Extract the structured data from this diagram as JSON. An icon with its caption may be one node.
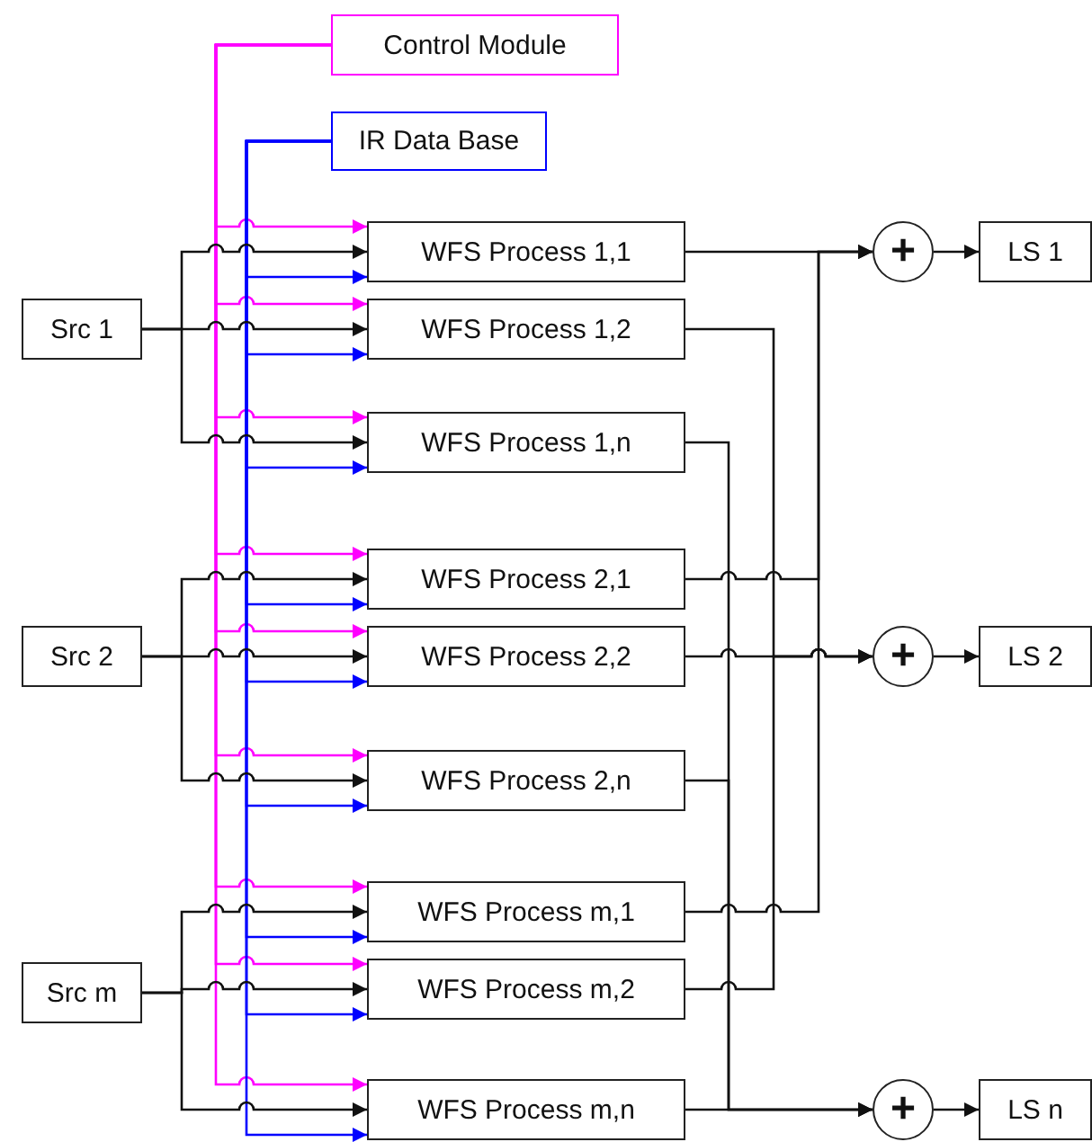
{
  "diagram": {
    "nodes": [
      {
        "text": [
          "Control Module"
        ]
      },
      {
        "text": [
          "IR Data Base"
        ]
      },
      {
        "text": [
          "Src 1"
        ]
      },
      {
        "text": [
          "Src 2"
        ]
      },
      {
        "text": [
          "Src m"
        ]
      },
      {
        "text": [
          "WFS Process 1,1"
        ]
      },
      {
        "text": [
          "WFS Process 1,2"
        ]
      },
      {
        "text": [
          "WFS Process 1,n"
        ]
      },
      {
        "text": [
          "WFS Process 2,1"
        ]
      },
      {
        "text": [
          "WFS Process 2,2"
        ]
      },
      {
        "text": [
          "WFS Process 2,n"
        ]
      },
      {
        "text": [
          "WFS Process m,1"
        ]
      },
      {
        "text": [
          "WFS Process m,2"
        ]
      },
      {
        "text": [
          "WFS Process m,n"
        ]
      },
      {
        "text": [
          "+"
        ]
      },
      {
        "text": [
          "LS 1"
        ]
      },
      {
        "text": [
          "+"
        ]
      },
      {
        "text": [
          "LS 2"
        ]
      },
      {
        "text": [
          "+"
        ]
      },
      {
        "text": [
          "LS n"
        ]
      }
    ],
    "edges": [
      {
        "from": 0,
        "to": 5,
        "arrow": "to",
        "color": "#ff00ff"
      },
      {
        "from": 0,
        "to": 6,
        "arrow": "to",
        "color": "#ff00ff"
      },
      {
        "from": 0,
        "to": 7,
        "arrow": "to",
        "color": "#ff00ff"
      },
      {
        "from": 0,
        "to": 8,
        "arrow": "to",
        "color": "#ff00ff"
      },
      {
        "from": 0,
        "to": 9,
        "arrow": "to",
        "color": "#ff00ff"
      },
      {
        "from": 0,
        "to": 10,
        "arrow": "to",
        "color": "#ff00ff"
      },
      {
        "from": 0,
        "to": 11,
        "arrow": "to",
        "color": "#ff00ff"
      },
      {
        "from": 0,
        "to": 12,
        "arrow": "to",
        "color": "#ff00ff"
      },
      {
        "from": 0,
        "to": 13,
        "arrow": "to",
        "color": "#ff00ff"
      },
      {
        "from": 1,
        "to": 5,
        "arrow": "to",
        "color": "#0000ff"
      },
      {
        "from": 1,
        "to": 6,
        "arrow": "to",
        "color": "#0000ff"
      },
      {
        "from": 1,
        "to": 7,
        "arrow": "to",
        "color": "#0000ff"
      },
      {
        "from": 1,
        "to": 8,
        "arrow": "to",
        "color": "#0000ff"
      },
      {
        "from": 1,
        "to": 9,
        "arrow": "to",
        "color": "#0000ff"
      },
      {
        "from": 1,
        "to": 10,
        "arrow": "to",
        "color": "#0000ff"
      },
      {
        "from": 1,
        "to": 11,
        "arrow": "to",
        "color": "#0000ff"
      },
      {
        "from": 1,
        "to": 12,
        "arrow": "to",
        "color": "#0000ff"
      },
      {
        "from": 1,
        "to": 13,
        "arrow": "to",
        "color": "#0000ff"
      },
      {
        "from": 2,
        "to": 5,
        "arrow": "to"
      },
      {
        "from": 2,
        "to": 6,
        "arrow": "to"
      },
      {
        "from": 2,
        "to": 7,
        "arrow": "to"
      },
      {
        "from": 3,
        "to": 8,
        "arrow": "to"
      },
      {
        "from": 3,
        "to": 9,
        "arrow": "to"
      },
      {
        "from": 3,
        "to": 10,
        "arrow": "to"
      },
      {
        "from": 4,
        "to": 11,
        "arrow": "to"
      },
      {
        "from": 4,
        "to": 12,
        "arrow": "to"
      },
      {
        "from": 4,
        "to": 13,
        "arrow": "to"
      },
      {
        "from": 5,
        "to": 14,
        "arrow": "to"
      },
      {
        "from": 8,
        "to": 14,
        "arrow": "to"
      },
      {
        "from": 11,
        "to": 14,
        "arrow": "to"
      },
      {
        "from": 6,
        "to": 16,
        "arrow": "to"
      },
      {
        "from": 9,
        "to": 16,
        "arrow": "to"
      },
      {
        "from": 12,
        "to": 16,
        "arrow": "to"
      },
      {
        "from": 7,
        "to": 18,
        "arrow": "to"
      },
      {
        "from": 10,
        "to": 18,
        "arrow": "to"
      },
      {
        "from": 13,
        "to": 18,
        "arrow": "to"
      },
      {
        "from": 14,
        "to": 15,
        "arrow": "to"
      },
      {
        "from": 16,
        "to": 17,
        "arrow": "to"
      },
      {
        "from": 18,
        "to": 19,
        "arrow": "to"
      }
    ]
  }
}
